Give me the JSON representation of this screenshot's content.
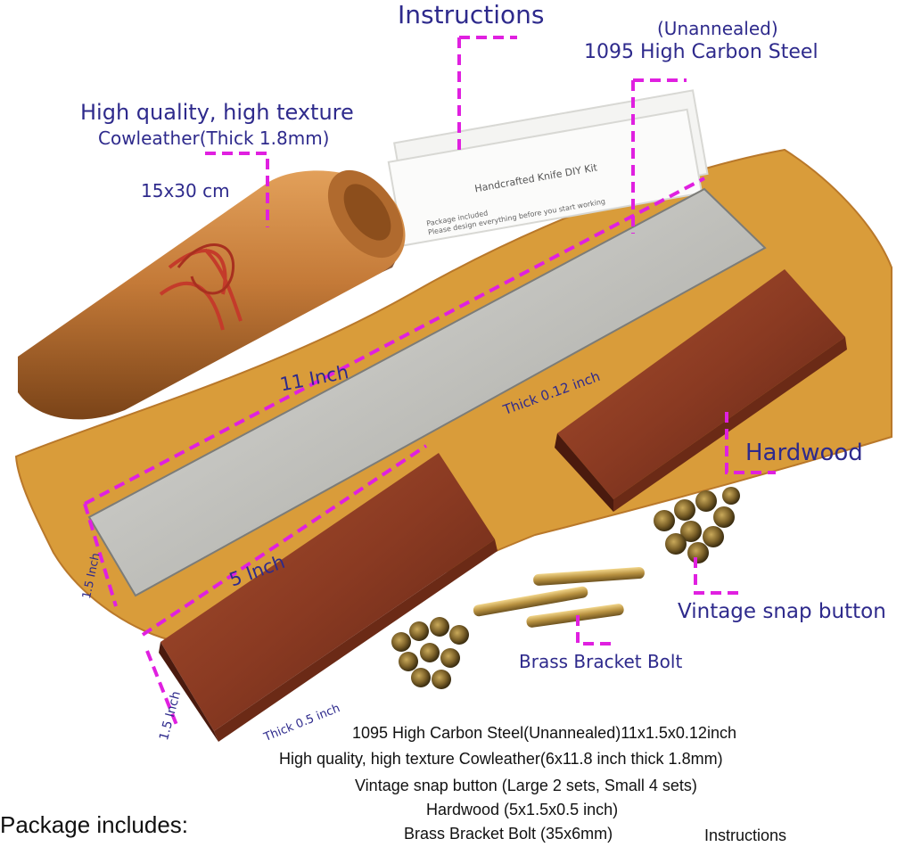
{
  "labels": {
    "instructions": "Instructions",
    "unannealed": "(Unannealed)",
    "steel": "1095 High Carbon Steel",
    "high_quality": "High quality, high texture",
    "cowleather": "Cowleather(Thick 1.8mm)",
    "leather_size": "15x30 cm",
    "hardwood": "Hardwood",
    "snap_button": "Vintage snap button",
    "brass_bolt": "Brass Bracket Bolt",
    "length_11": "11 Inch",
    "thick_012": "Thick 0.12 inch",
    "length_5": "5 Inch",
    "width_15_steel": "1.5 Inch",
    "width_15_wood": "1.5 Inch",
    "thick_05": "Thick 0.5 inch"
  },
  "kit_card": {
    "title": "Handcrafted Knife DIY Kit",
    "line1": "Package included",
    "line2": "Please design everything before you start working"
  },
  "package": {
    "title": "Package includes:",
    "items": [
      "1095 High Carbon Steel(Unannealed)11x1.5x0.12inch",
      "High quality, high texture Cowleather(6x11.8 inch thick 1.8mm)",
      "Vintage snap button (Large 2 sets,  Small 4 sets)",
      "Hardwood (5x1.5x0.5 inch)",
      "Brass Bracket Bolt (35x6mm)"
    ],
    "extra": "Instructions"
  },
  "colors": {
    "annotation_text": "#2e2a8c",
    "guide_dash": "#e020e0",
    "kraft_paper": "#d99c3a",
    "steel": "#b9b9b5",
    "leather": "#c47a38",
    "wood": "#8a3a22",
    "brass": "#b89140"
  }
}
